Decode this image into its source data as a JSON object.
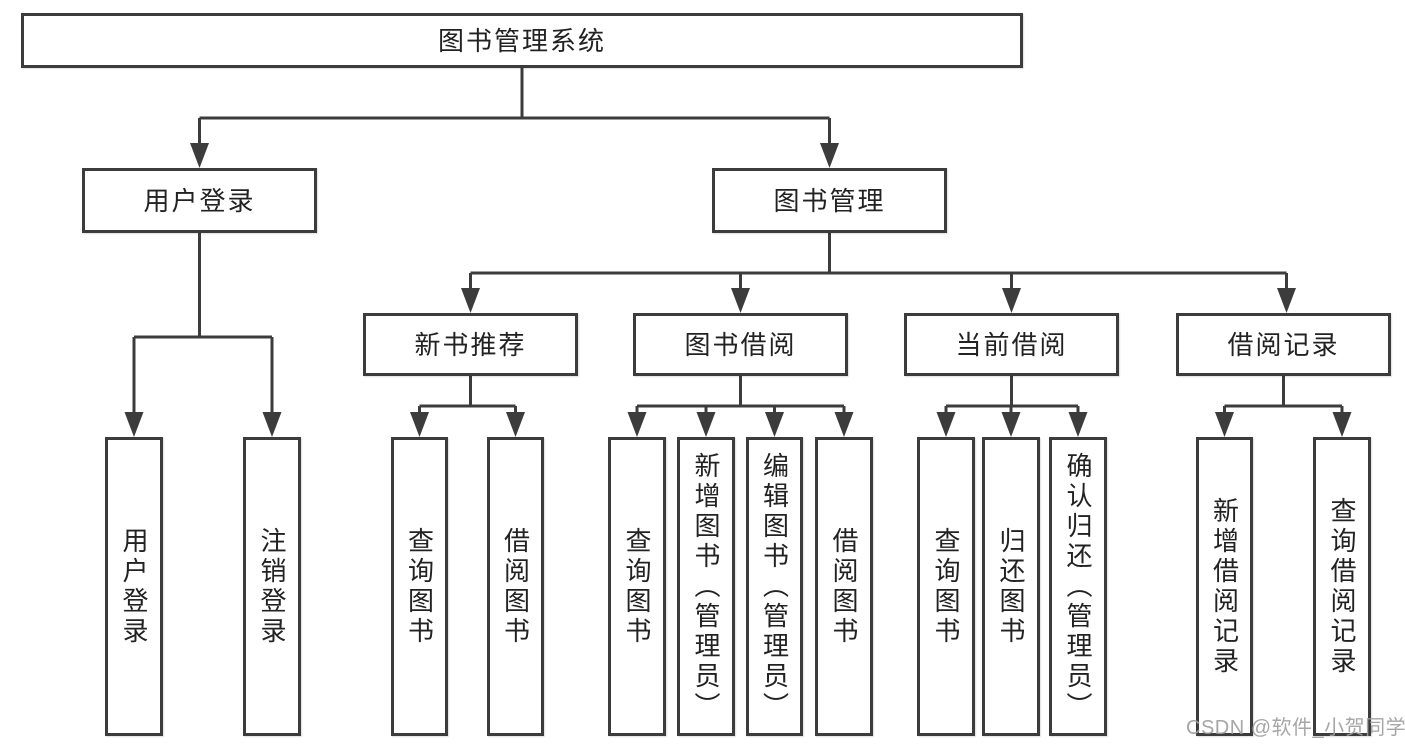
{
  "nodes": {
    "root": "图书管理系统",
    "user_login": "用户登录",
    "book_mgmt": "图书管理",
    "new_book": "新书推荐",
    "book_borrow": "图书借阅",
    "current_borrow": "当前借阅",
    "borrow_records": "借阅记录",
    "user_login_children": [
      "用户登录",
      "注销登录"
    ],
    "new_book_children": [
      "查询图书",
      "借阅图书"
    ],
    "book_borrow_children": [
      "查询图书",
      "新增图书（管理员）",
      "编辑图书（管理员）",
      "借阅图书"
    ],
    "current_borrow_children": [
      "查询图书",
      "归还图书",
      "确认归还（管理员）"
    ],
    "borrow_records_children": [
      "新增借阅记录",
      "查询借阅记录"
    ]
  },
  "watermark": "CSDN @软件_小贺同学",
  "colors": {
    "line": "#3c3c3c",
    "border": "#3c3c3c",
    "text": "#222222",
    "background": "#ffffff",
    "watermark": "#9e9e9e"
  }
}
